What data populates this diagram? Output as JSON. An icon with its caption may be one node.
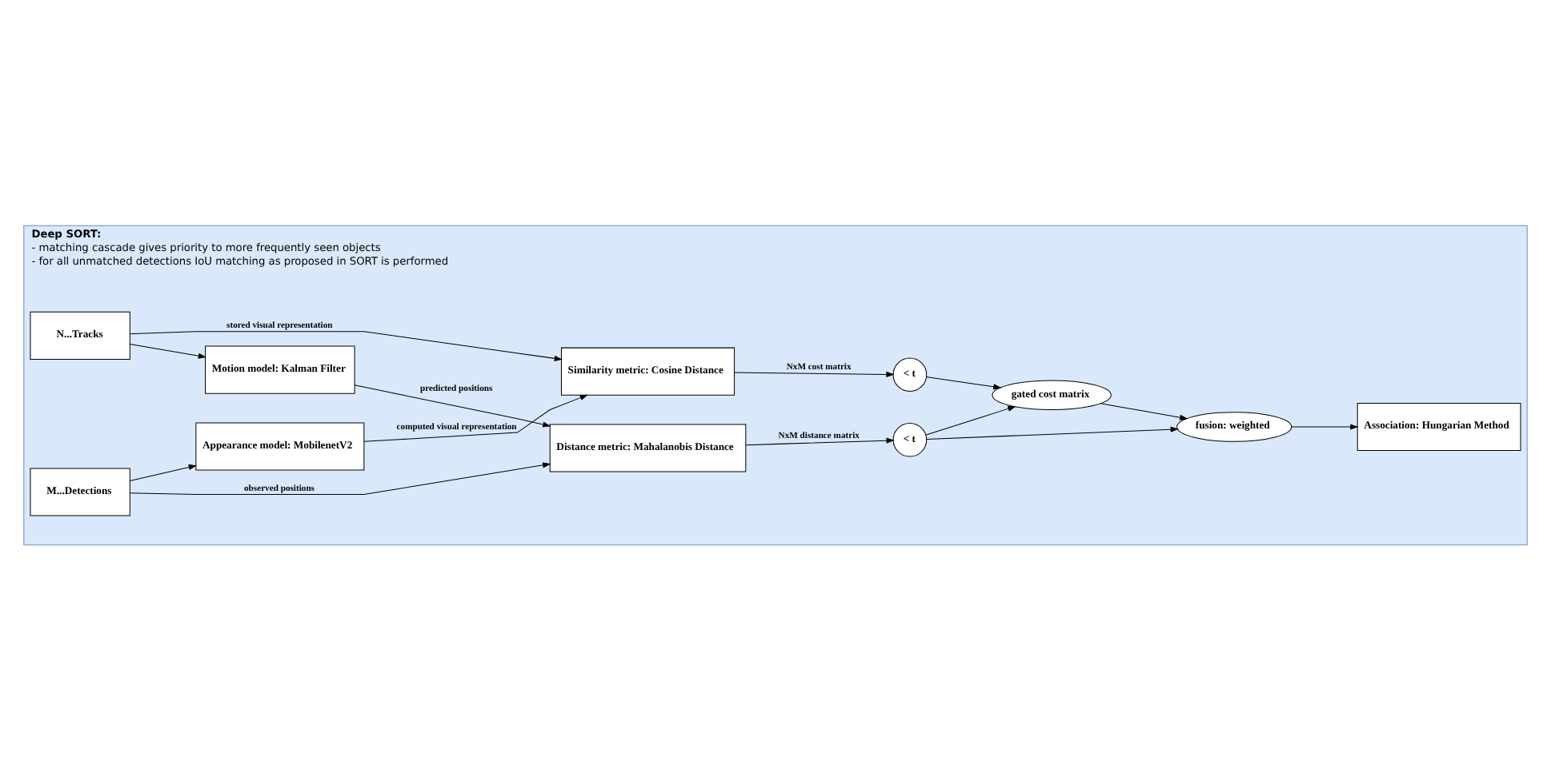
{
  "diagram": {
    "nodes": [
      {
        "text": [
          "Deep SORT:",
          "- matching cascade gives priority to more frequently seen objects",
          "- for all unmatched detections IoU matching as proposed in SORT is performed"
        ]
      },
      {
        "text": [
          "N...Tracks"
        ],
        "in": 0
      },
      {
        "text": [
          "M...Detections"
        ],
        "in": 0
      },
      {
        "text": [
          "Motion model: Kalman Filter"
        ],
        "in": 0
      },
      {
        "text": [
          "Distance metric: Mahalanobis Distance"
        ],
        "in": 0
      },
      {
        "text": [
          "Appearance model: MobilenetV2"
        ],
        "in": 0
      },
      {
        "text": [
          "Similarity metric: Cosine Distance"
        ],
        "in": 0
      },
      {
        "text": [
          "< t"
        ],
        "in": 0
      },
      {
        "text": [
          "< t"
        ],
        "in": 0
      },
      {
        "text": [
          "gated cost matrix"
        ],
        "in": 0
      },
      {
        "text": [
          "fusion: weighted"
        ],
        "in": 0
      },
      {
        "text": [
          "Association: Hungarian Method"
        ],
        "in": 0
      }
    ],
    "edges": [
      {
        "from": 1,
        "to": 3,
        "arrow": "to"
      },
      {
        "from": 3,
        "to": 4,
        "arrow": "to",
        "label": "predicted positions"
      },
      {
        "from": 2,
        "to": 4,
        "arrow": "to",
        "label": "observed positions"
      },
      {
        "from": 1,
        "to": 6,
        "arrow": "to",
        "label": "stored visual representation"
      },
      {
        "from": 2,
        "to": 5,
        "arrow": "to"
      },
      {
        "from": 5,
        "to": 6,
        "arrow": "to",
        "label": "computed visual representation"
      },
      {
        "from": 4,
        "to": 7,
        "arrow": "to",
        "label": "NxM distance matrix"
      },
      {
        "from": 6,
        "to": 8,
        "arrow": "to",
        "label": "NxM cost matrix"
      },
      {
        "from": 7,
        "to": 9,
        "arrow": "to"
      },
      {
        "from": 8,
        "to": 9,
        "arrow": "to"
      },
      {
        "from": 9,
        "to": 10,
        "arrow": "to"
      },
      {
        "from": 7,
        "to": 10,
        "arrow": "to"
      },
      {
        "from": 10,
        "to": 11,
        "arrow": "to"
      }
    ]
  }
}
